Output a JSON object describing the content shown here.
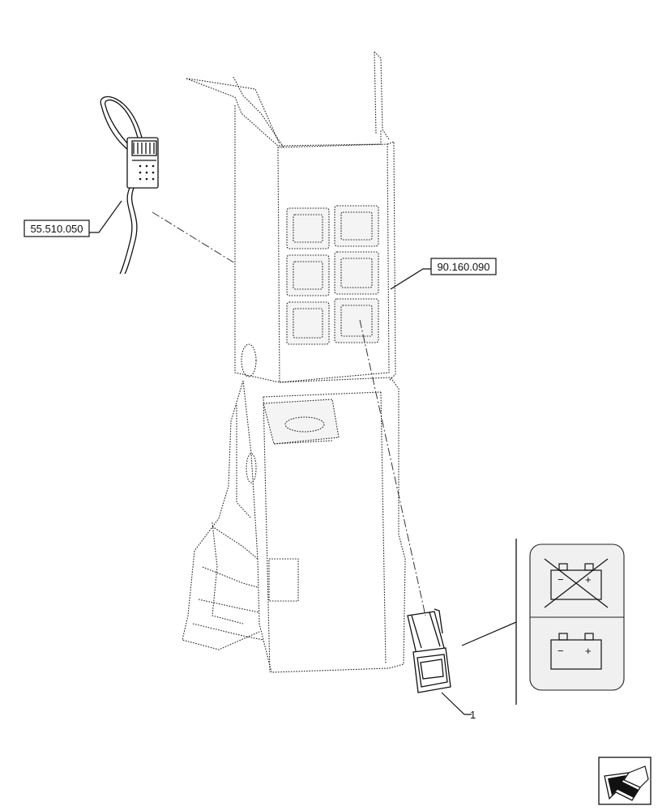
{
  "callouts": {
    "connector_ref": "55.510.050",
    "panel_ref": "90.160.090",
    "switch_item": "1"
  },
  "icons": {
    "battery_minus": "−",
    "battery_plus": "+",
    "battery_off_icon": "battery-disconnect-icon",
    "battery_on_icon": "battery-icon",
    "navigation_icon": "arrow-back-icon"
  }
}
